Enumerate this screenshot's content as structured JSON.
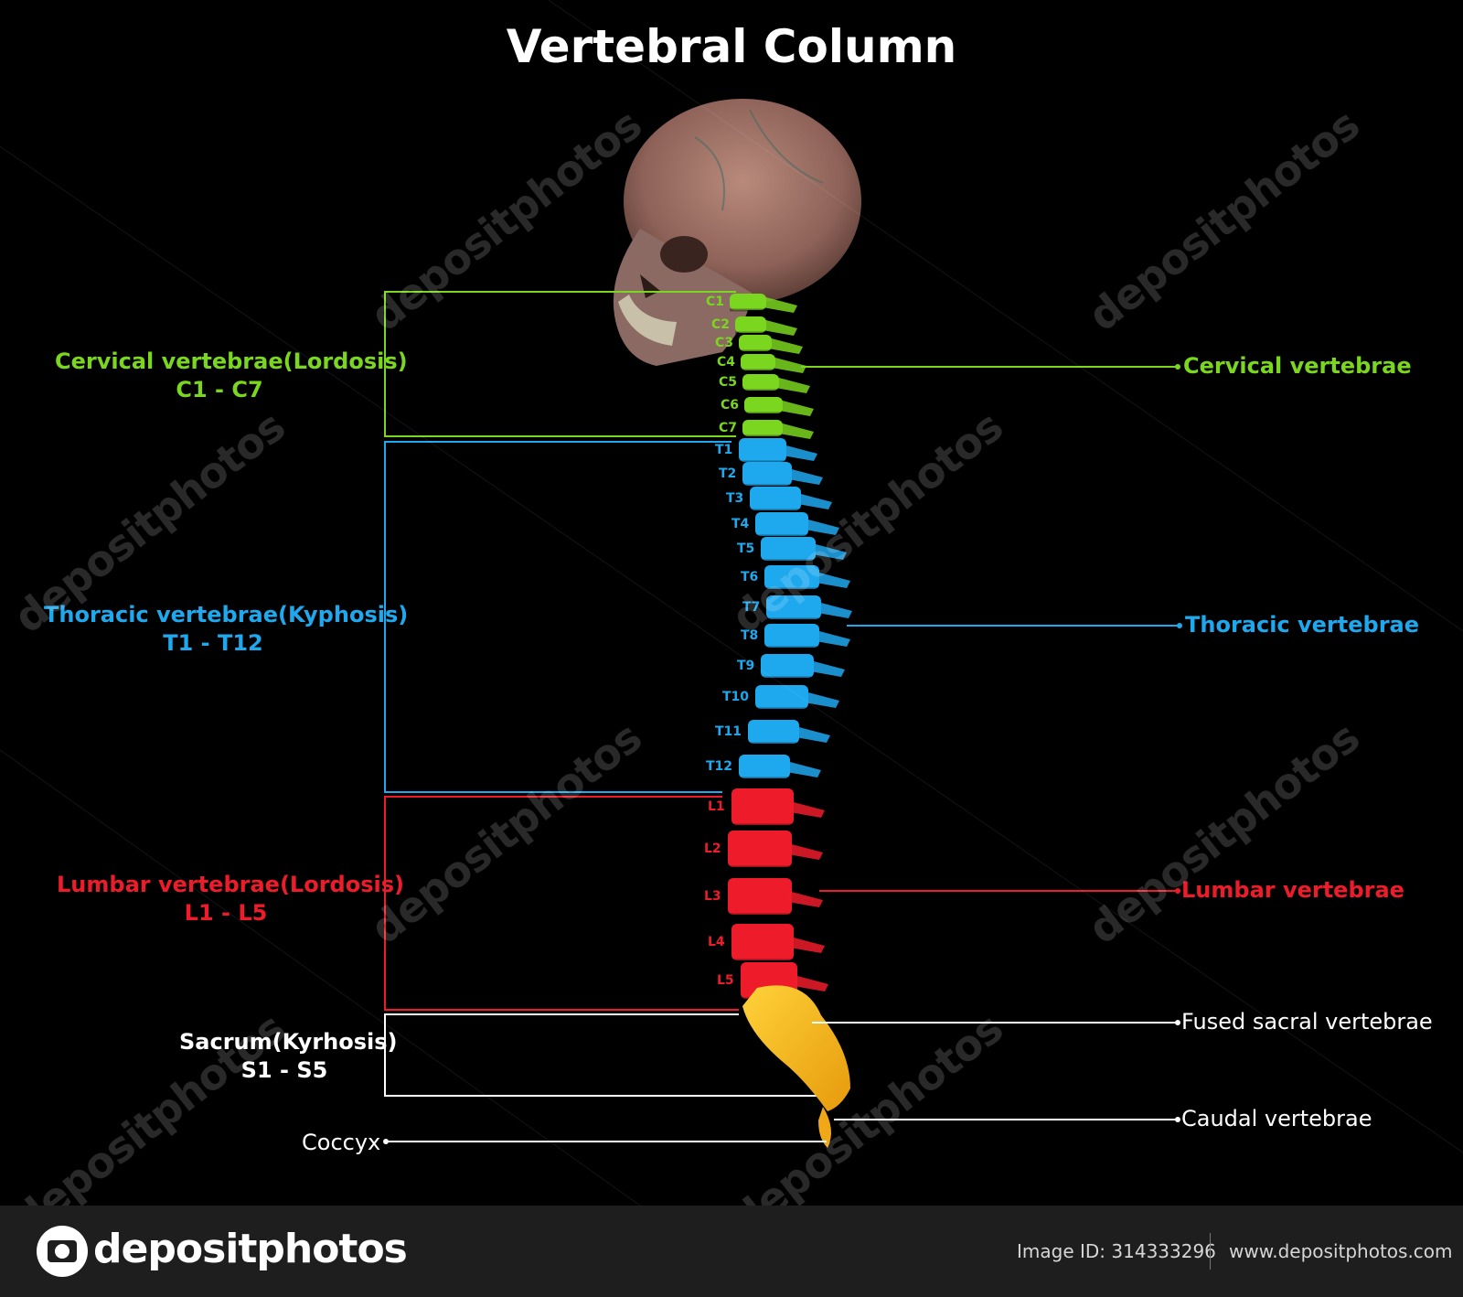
{
  "title": "Vertebral Column",
  "colors": {
    "cervical": "#7ad61e",
    "thoracic": "#1ea8ee",
    "lumbar": "#ee1c2a",
    "sacral": "#ffffff",
    "sacrum_bone": "#f4b21a",
    "skull": "#9c6a5e"
  },
  "left_labels": {
    "cervical": {
      "name": "Cervical vertebrae(Lordosis)",
      "range": "C1 - C7"
    },
    "thoracic": {
      "name": "Thoracic vertebrae(Kyphosis)",
      "range": "T1 - T12"
    },
    "lumbar": {
      "name": "Lumbar vertebrae(Lordosis)",
      "range": "L1 - L5"
    },
    "sacrum": {
      "name": "Sacrum(Kyrhosis)",
      "range": "S1 - S5"
    },
    "coccyx": "Coccyx"
  },
  "right_labels": {
    "cervical": "Cervical vertebrae",
    "thoracic": "Thoracic vertebrae",
    "lumbar": "Lumbar vertebrae",
    "sacral": "Fused sacral vertebrae",
    "caudal": "Caudal vertebrae"
  },
  "vertebrae": {
    "cervical": [
      "C1",
      "C2",
      "C3",
      "C4",
      "C5",
      "C6",
      "C7"
    ],
    "thoracic": [
      "T1",
      "T2",
      "T3",
      "T4",
      "T5",
      "T6",
      "T7",
      "T8",
      "T9",
      "T10",
      "T11",
      "T12"
    ],
    "lumbar": [
      "L1",
      "L2",
      "L3",
      "L4",
      "L5"
    ]
  },
  "watermark": "depositphotos",
  "footer": {
    "brand": "depositphotos",
    "image_id": "Image ID: 314333296",
    "site": "www.depositphotos.com"
  }
}
